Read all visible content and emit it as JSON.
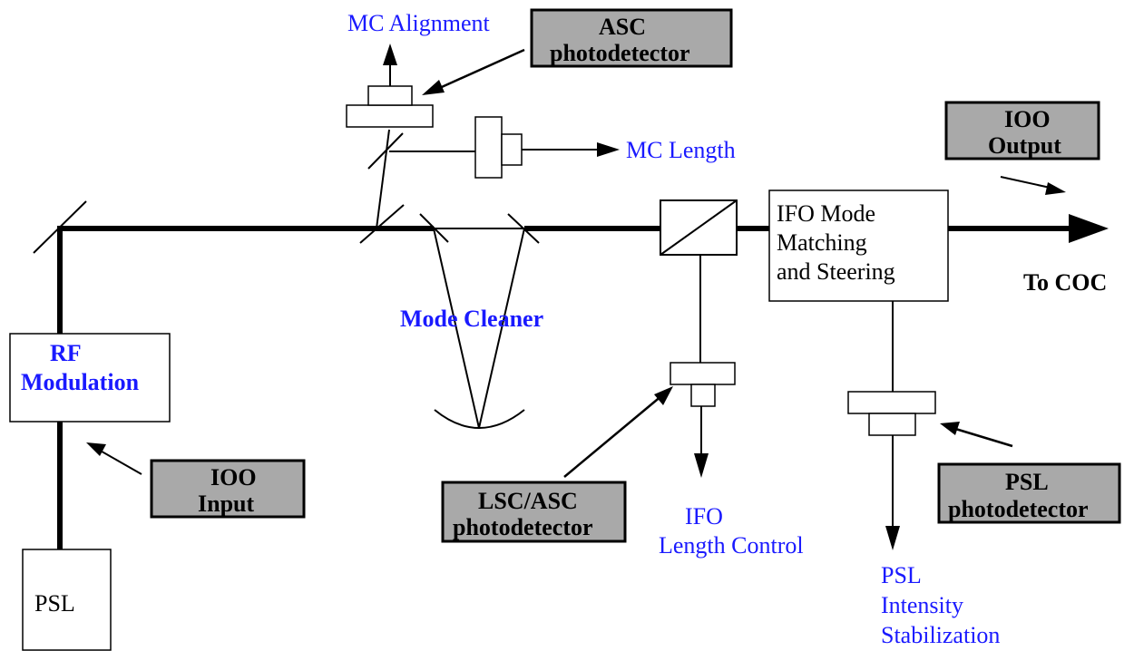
{
  "labels": {
    "mc_alignment": "MC Alignment",
    "asc_pd_line1": "ASC",
    "asc_pd_line2": "photodetector",
    "mc_length": "MC Length",
    "ioo_output_line1": "IOO",
    "ioo_output_line2": "Output",
    "ifo_mode_line1": "IFO Mode",
    "ifo_mode_line2": "Matching",
    "ifo_mode_line3": "and Steering",
    "to_coc": "To COC",
    "mode_cleaner": "Mode Cleaner",
    "rf_mod_line1": "RF",
    "rf_mod_line2": "Modulation",
    "ioo_input_line1": "IOO",
    "ioo_input_line2": "Input",
    "psl": "PSL",
    "lsc_asc_line1": "LSC/ASC",
    "lsc_asc_line2": "photodetector",
    "ifo_len_line1": "IFO",
    "ifo_len_line2": "Length Control",
    "psl_pd_line1": "PSL",
    "psl_pd_line2": "photodetector",
    "psl_int_line1": "PSL",
    "psl_int_line2": "Intensity",
    "psl_int_line3": "Stabilization"
  },
  "colors": {
    "label_blue": "#1a1aff",
    "detector_fill": "#a9a9a9",
    "beam": "#000000"
  }
}
